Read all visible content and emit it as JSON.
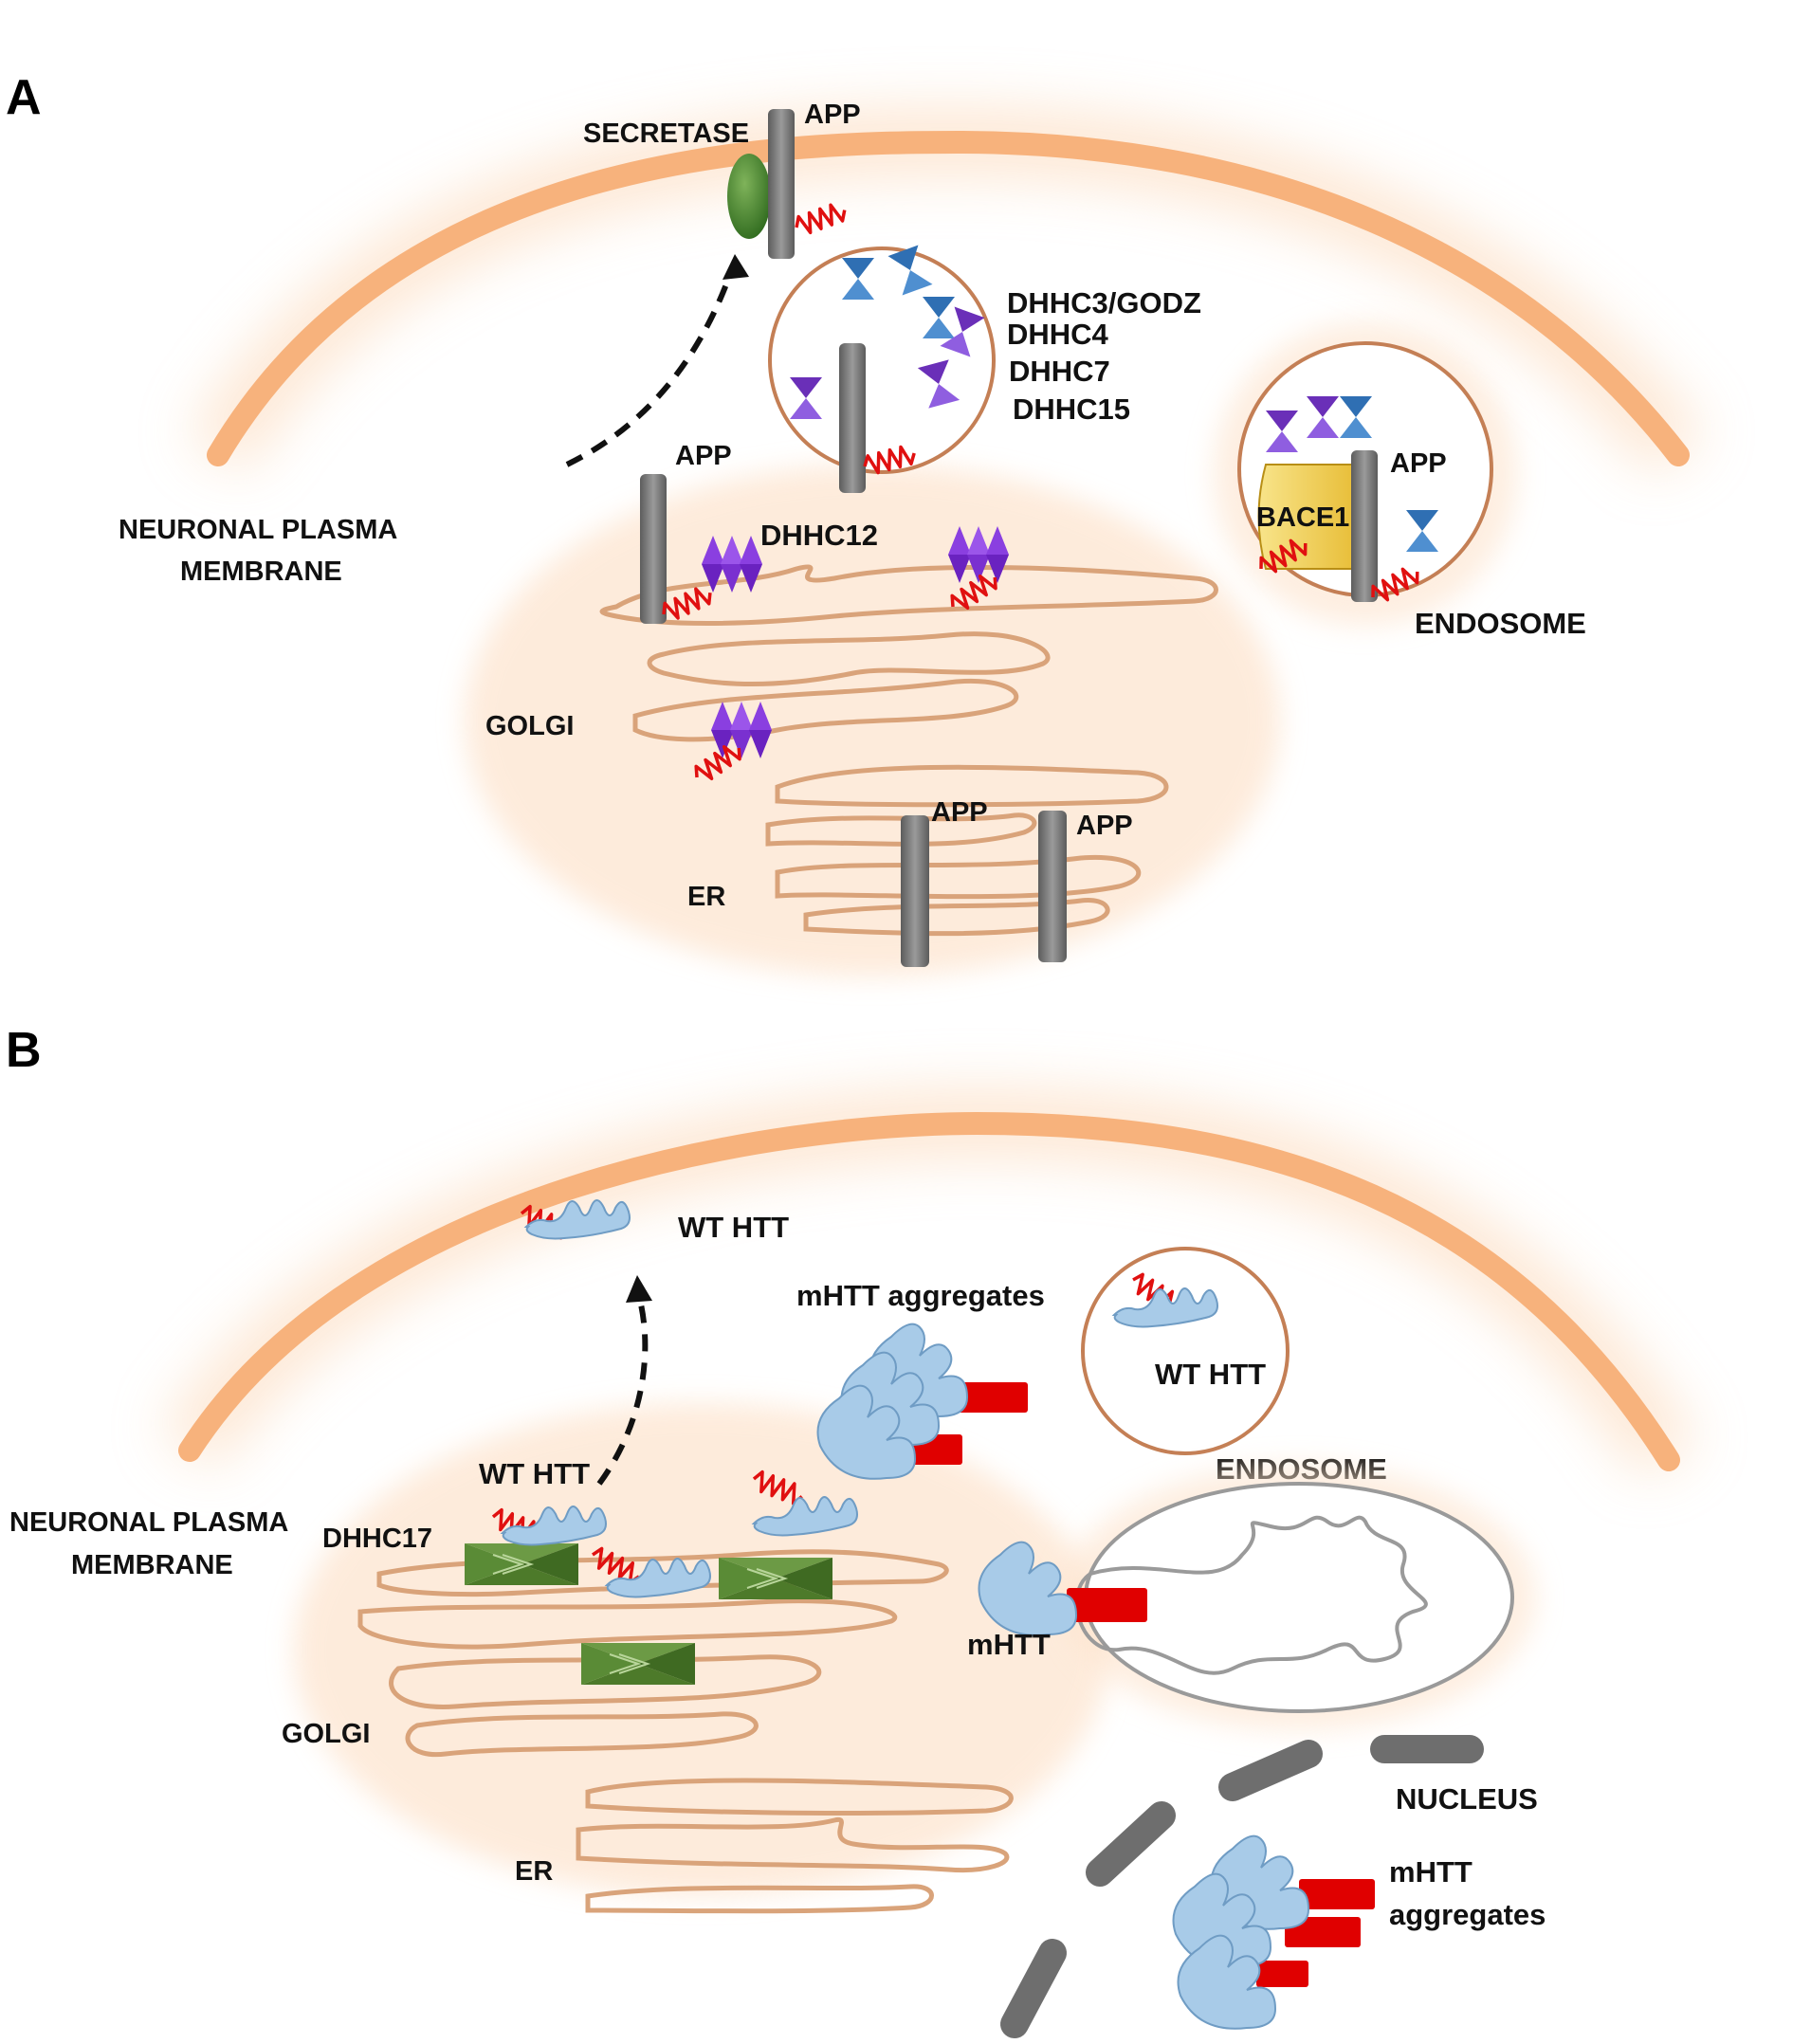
{
  "panels": [
    {
      "letter": "A",
      "labels": {
        "secretase": "SECRETASE",
        "app_top": "APP",
        "dhhc3": "DHHC3/GODZ",
        "dhhc4": "DHHC4",
        "dhhc7": "DHHC7",
        "dhhc15": "DHHC15",
        "app_golgi": "APP",
        "dhhc12": "DHHC12",
        "membrane_line1": "NEURONAL PLASMA",
        "membrane_line2": "MEMBRANE",
        "golgi": "GOLGI",
        "app_er1": "APP",
        "app_er2": "APP",
        "er": "ER",
        "bace1": "BACE1",
        "app_endo": "APP",
        "endosome": "ENDOSOME"
      }
    },
    {
      "letter": "B",
      "labels": {
        "wt_htt_top": "WT HTT",
        "mhtt_aggregates": "mHTT aggregates",
        "wt_htt_vesicle": "WT HTT",
        "endosome": "ENDOSOME",
        "wt_htt_golgi": "WT HTT",
        "membrane_line1": "NEURONAL PLASMA",
        "membrane_line2": "MEMBRANE",
        "dhhc17": "DHHC17",
        "mhtt": "mHTT",
        "golgi": "GOLGI",
        "nucleus": "NUCLEUS",
        "er": "ER",
        "mhtt_agg_line1": "mHTT",
        "mhtt_agg_line2": "aggregates"
      }
    }
  ],
  "colors": {
    "membrane": "#f7b27c",
    "organelle_outline": "#d9a37a",
    "app_protein": "#808080",
    "secretase": "#3f7f2a",
    "dhhc_blue": "#2f6fb3",
    "dhhc_purple": "#7b3fc6",
    "palmitate": "#e01010",
    "bace1": "#f3d24a",
    "htt": "#a8cbe8",
    "mhtt_tag": "#e00000",
    "dhhc17": "#5e8f3a",
    "nucleus": "#6e6e6e"
  }
}
